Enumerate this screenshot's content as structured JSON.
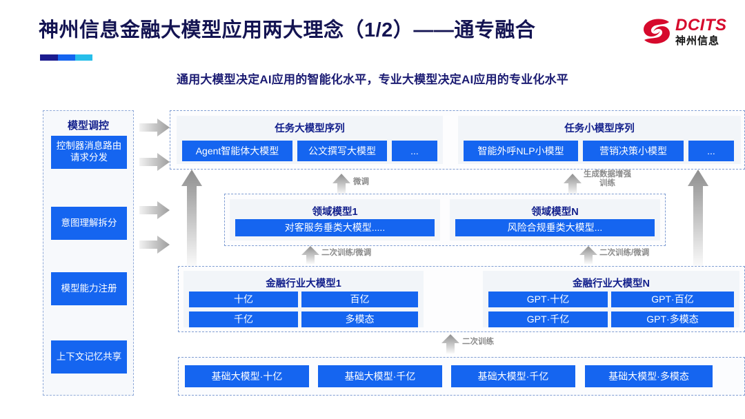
{
  "header": {
    "title": "神州信息金融大模型应用两大理念（1/2）——通专融合",
    "subtitle": "通用大模型决定AI应用的智能化水平，专业大模型决定AI应用的专业化水平",
    "accent_colors": [
      "#1B1B8F",
      "#1565F0",
      "#27BEEA"
    ],
    "logo": {
      "english": "DCITS",
      "chinese": "神州信息",
      "mark_color": "#D6092C"
    }
  },
  "theme": {
    "primary_blue": "#1565F0",
    "title_navy": "#141452",
    "subtitle_navy": "#1B1B72",
    "dashed_border": "#7E9CD2",
    "group_bg": "#F2F5F9",
    "arrow_gray": "#9A9A9A"
  },
  "sidebar": {
    "title": "模型调控",
    "items": [
      {
        "label": "控制器消息路由请求分发"
      },
      {
        "label": "意图理解拆分"
      },
      {
        "label": "模型能力注册"
      },
      {
        "label": "上下文记忆共享"
      }
    ]
  },
  "layers": {
    "task": {
      "groups": [
        {
          "title": "任务大模型序列",
          "items": [
            "Agent智能体大模型",
            "公文撰写大模型",
            "..."
          ]
        },
        {
          "title": "任务小模型序列",
          "items": [
            "智能外呼NLP小模型",
            "营销决策小模型",
            "..."
          ]
        }
      ]
    },
    "domain": {
      "groups": [
        {
          "title": "领域模型1",
          "items": [
            "对客服务垂类大模型....."
          ]
        },
        {
          "title": "领域模型N",
          "items": [
            "风险合规垂类大模型..."
          ]
        }
      ]
    },
    "industry": {
      "groups": [
        {
          "title": "金融行业大模型1",
          "items": [
            "十亿",
            "百亿",
            "千亿",
            "多模态"
          ]
        },
        {
          "title": "金融行业大模型N",
          "items": [
            "GPT·十亿",
            "GPT·百亿",
            "GPT·千亿",
            "GPT·多模态"
          ]
        }
      ]
    },
    "foundation": {
      "items": [
        "基础大模型·十亿",
        "基础大模型·千亿",
        "基础大模型·千亿",
        "基础大模型·多模态"
      ]
    }
  },
  "arrow_labels": {
    "fine_tune": "微调",
    "data_augment": "生成数据增强\n训练",
    "retrain_finetune_left": "二次训练/微调",
    "retrain_finetune_right": "二次训练/微调",
    "retrain": "二次训练"
  },
  "icons": {
    "sidebar_arrow": "arrow-right-icon",
    "flow_arrow": "arrow-up-icon"
  }
}
